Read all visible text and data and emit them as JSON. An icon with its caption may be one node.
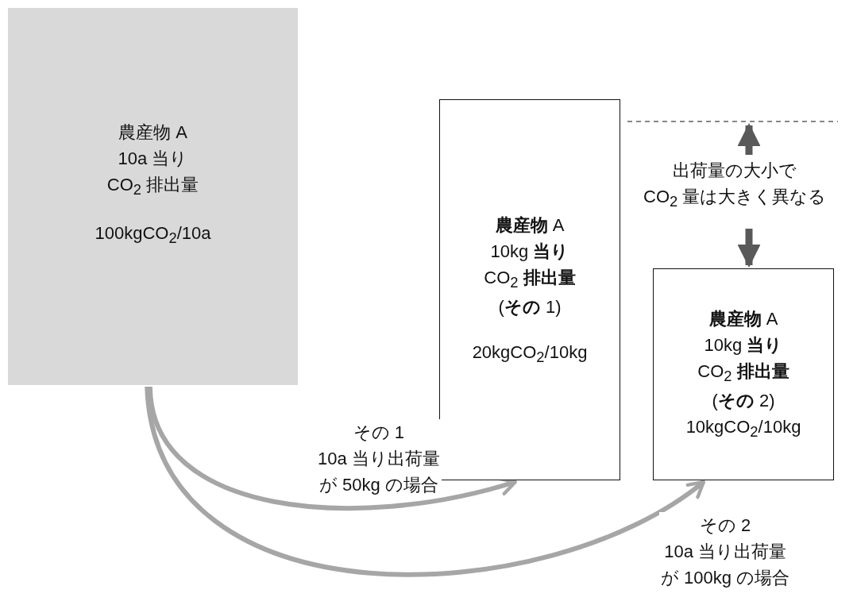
{
  "diagram": {
    "nodes": [
      {
        "text": [
          "農産物 A 10a 当り CO$_{2}$ 排出量",
          "100kgCO$_{2}$/10a"
        ]
      },
      {
        "text": [
          "**農産物** A 10kg **当り** CO$_{2}$ **排出量** (**その** 1)",
          "20kgCO$_{2}$/10kg"
        ]
      },
      {
        "text": [
          "**農産物** A 10kg **当り** CO$_{2}$ **排出量** (**その** 2)",
          "10kgCO$_{2}$/10kg"
        ]
      }
    ],
    "edges": [
      {
        "from": 0,
        "to": 1,
        "arrow": "to",
        "label": "その 1 10a 当り出荷量が 50kg の場合"
      },
      {
        "from": 0,
        "to": 2,
        "arrow": "to",
        "label": "その 2 10a 当り出荷量が 100kg の場合"
      }
    ],
    "labels": [
      "出荷量の大小で CO$_{2}$ 量は大きく異なる"
    ]
  }
}
